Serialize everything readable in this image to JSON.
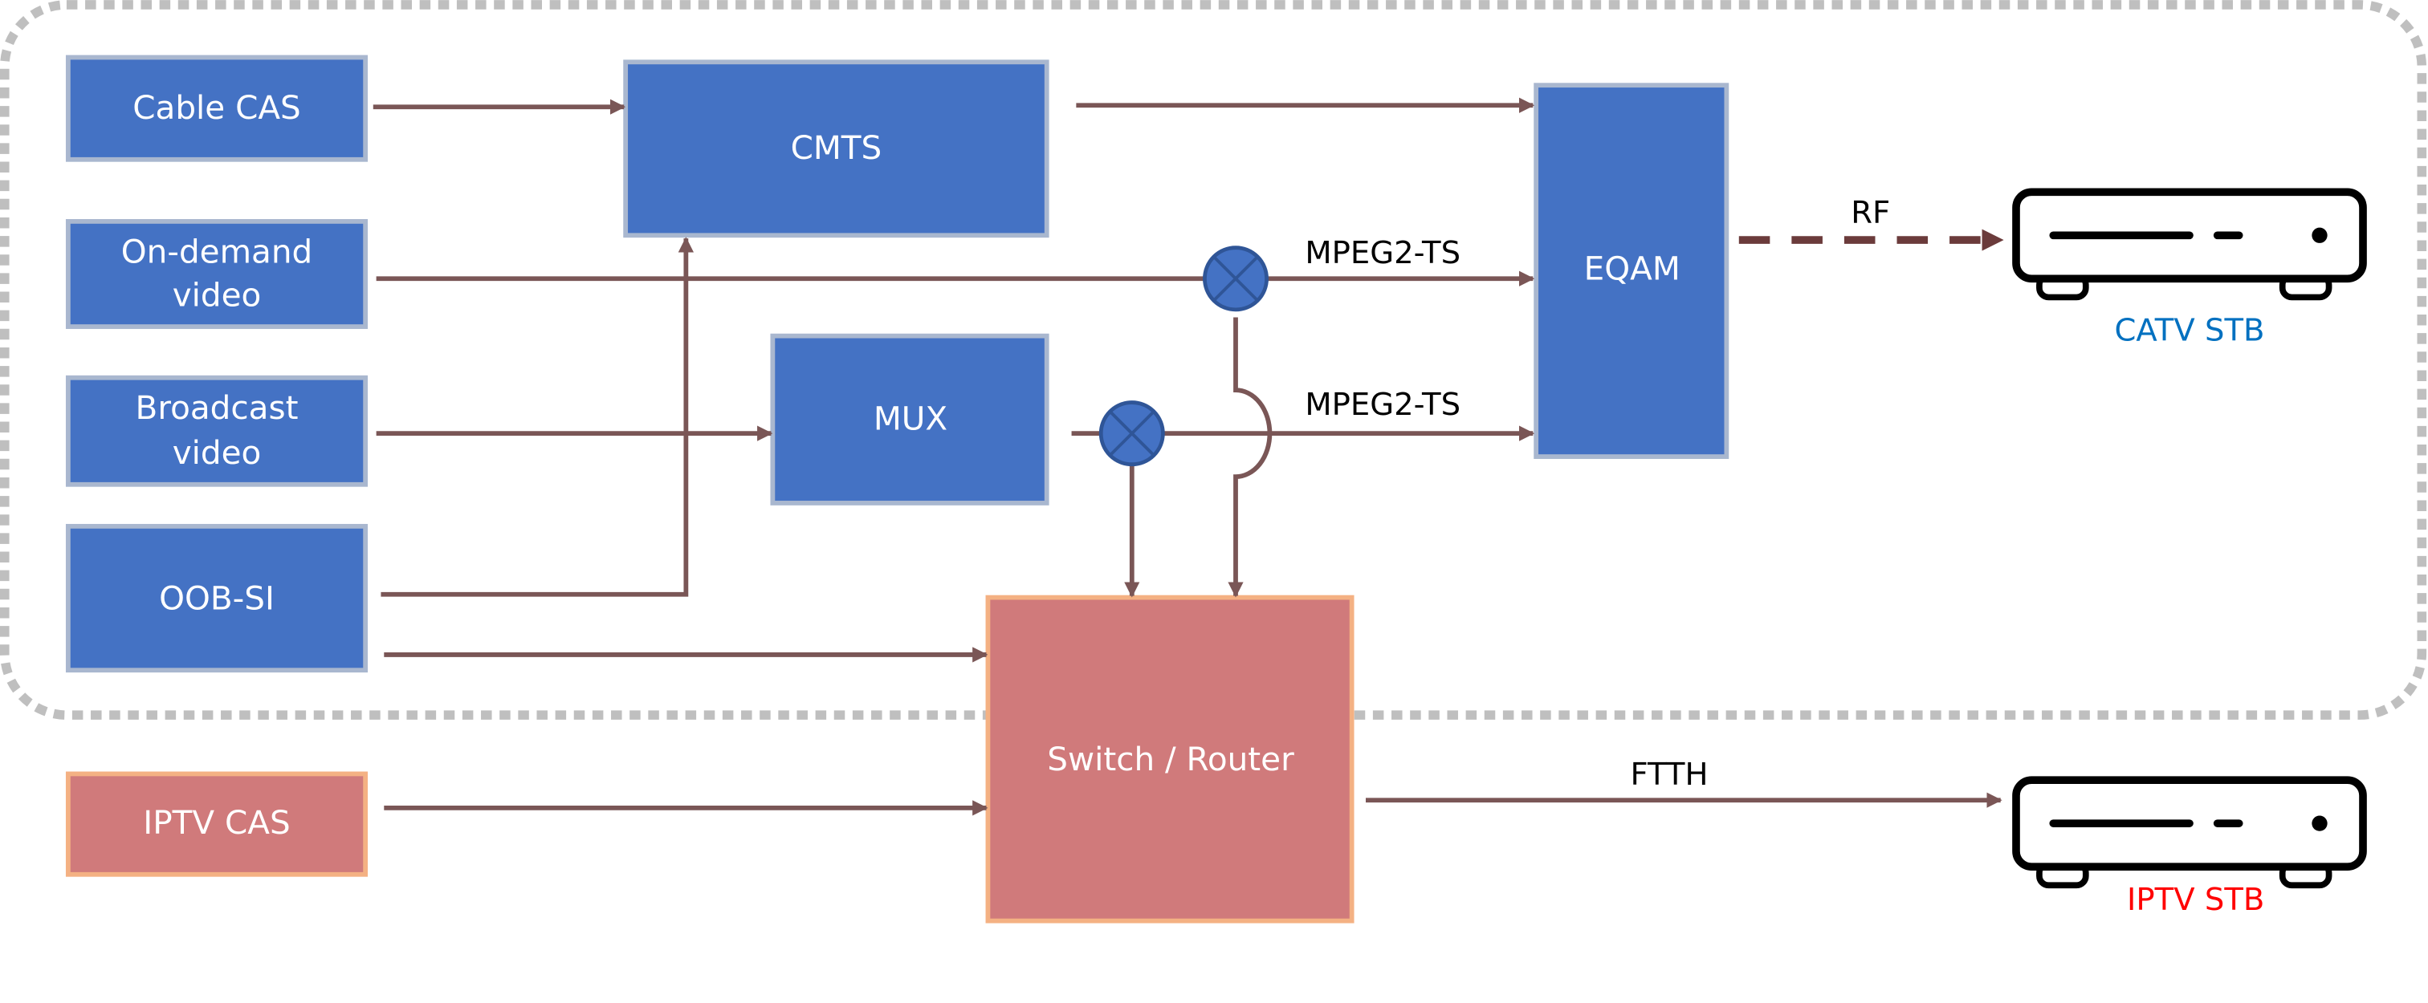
{
  "colors": {
    "cable_box": "#4472c4",
    "cable_box_border": "#a9b7cf",
    "iptv_box": "#d07a7b",
    "iptv_box_border": "#f4b183",
    "line": "#7a5656",
    "rf_line": "#6b3b3b",
    "catv_label": "#0070c0",
    "iptv_label": "#ff0000",
    "cable_region_border": "#bfbfbf"
  },
  "nodes": {
    "cable_cas": "Cable CAS",
    "on_demand_line1": "On-demand",
    "on_demand_line2": "video",
    "broadcast_line1": "Broadcast",
    "broadcast_line2": "video",
    "oob_si": "OOB-SI",
    "iptv_cas": "IPTV CAS",
    "cmts": "CMTS",
    "mux": "MUX",
    "eqam": "EQAM",
    "switch_router": "Switch / Router"
  },
  "edge_labels": {
    "mpeg_upper": "MPEG2-TS",
    "mpeg_lower": "MPEG2-TS",
    "rf": "RF",
    "ftth": "FTTH"
  },
  "devices": {
    "catv_stb": "CATV STB",
    "iptv_stb": "IPTV STB"
  },
  "icons": [
    "set-top-box-icon",
    "mixer-icon"
  ]
}
